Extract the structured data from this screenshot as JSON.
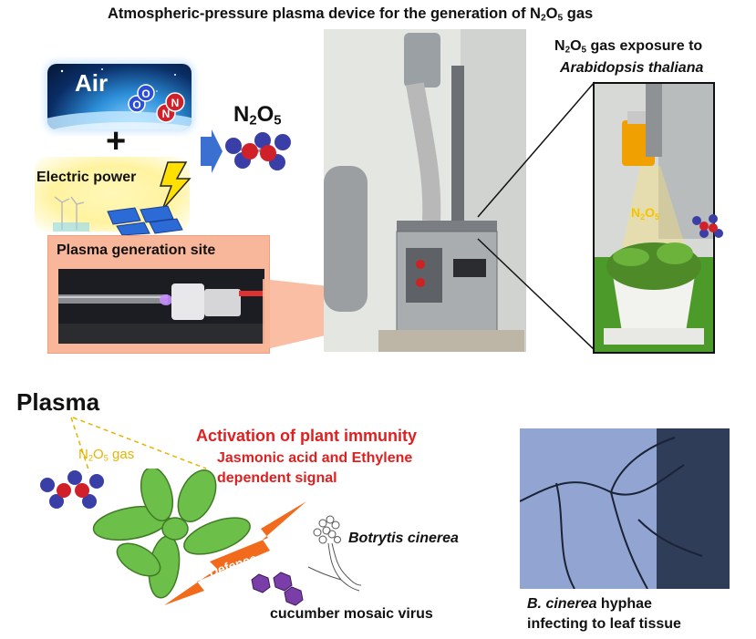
{
  "title": {
    "text_pre": "Atmospheric-pressure plasma device for the generation of N",
    "sub1": "2",
    "mid": "O",
    "sub2": "5",
    "post": " gas"
  },
  "air": {
    "label": "Air",
    "atoms": [
      "O",
      "O",
      "N",
      "N"
    ]
  },
  "plus": "+",
  "electric_power": {
    "label": "Electric power"
  },
  "n2o5_product": {
    "n": "N",
    "sub1": "2",
    "o": "O",
    "sub2": "5"
  },
  "plasma_site": {
    "label": "Plasma generation site"
  },
  "exposure": {
    "line1_pre": "N",
    "line1_sub1": "2",
    "line1_o": "O",
    "line1_sub2": "5",
    "line1_post": " gas exposure to",
    "line2": "Arabidopsis thaliana",
    "inset_label_n": "N",
    "inset_sub1": "2",
    "inset_o": "O",
    "inset_sub2": "5"
  },
  "plasma_heading": "Plasma",
  "n2o5_gas": {
    "n": "N",
    "sub1": "2",
    "o": "O",
    "sub2": "5",
    "post": " gas"
  },
  "activation": {
    "line1": "Activation of plant immunity",
    "line2": "Jasmonic acid and Ethylene",
    "line3": "dependent signal"
  },
  "defense_label": "Defense",
  "pathogens": {
    "fungus": "Botrytis cinerea",
    "virus": "cucumber mosaic virus"
  },
  "hyphae_caption": {
    "italic": "B. cinerea",
    "rest_line1": " hyphae",
    "line2": "infecting to leaf tissue"
  },
  "colors": {
    "accent_red": "#e02020",
    "gas_yellow": "#e3b400",
    "salmon_box": "#f8b79a",
    "arrow_blue": "#3b6fd0",
    "molecule_blue": "#3a3fa8",
    "molecule_red": "#d0202a",
    "defense_orange": "#f26a1b",
    "plant_green": "#6cc04a"
  }
}
